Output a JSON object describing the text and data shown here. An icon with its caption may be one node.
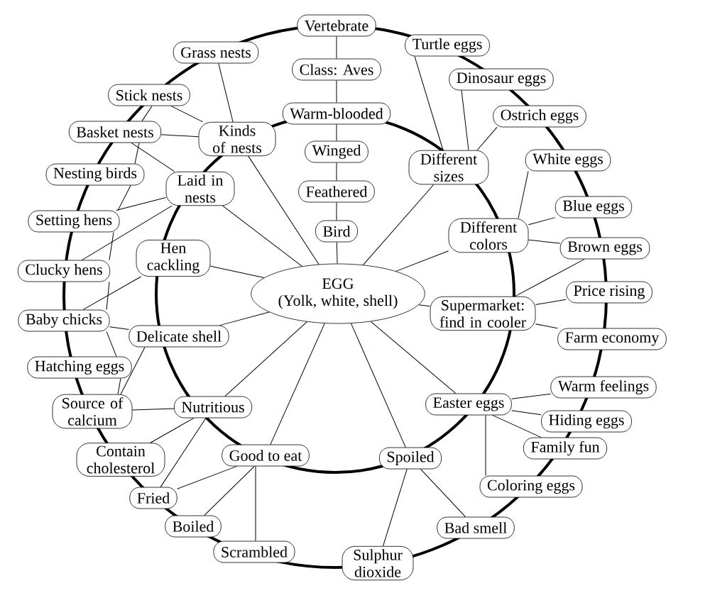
{
  "diagram": {
    "nodes": [
      {
        "text": [
          "Vertebrate"
        ]
      },
      {
        "text": [
          "Turtle eggs"
        ]
      },
      {
        "text": [
          "Grass nests"
        ]
      },
      {
        "text": [
          "Class: Aves"
        ]
      },
      {
        "text": [
          "Dinosaur eggs"
        ]
      },
      {
        "text": [
          "Stick nests"
        ]
      },
      {
        "text": [
          "Warm-blooded"
        ]
      },
      {
        "text": [
          "Ostrich eggs"
        ]
      },
      {
        "text": [
          "Basket nests"
        ]
      },
      {
        "text": [
          "Kinds of nests"
        ]
      },
      {
        "text": [
          "Winged"
        ]
      },
      {
        "text": [
          "White eggs"
        ]
      },
      {
        "text": [
          "Different sizes"
        ]
      },
      {
        "text": [
          "Nesting birds"
        ]
      },
      {
        "text": [
          "Laid in nests"
        ]
      },
      {
        "text": [
          "Feathered"
        ]
      },
      {
        "text": [
          "Blue eggs"
        ]
      },
      {
        "text": [
          "Setting hens"
        ]
      },
      {
        "text": [
          "Bird"
        ]
      },
      {
        "text": [
          "Different colors"
        ]
      },
      {
        "text": [
          "Brown eggs"
        ]
      },
      {
        "text": [
          "Hen cackling"
        ]
      },
      {
        "text": [
          "Clucky hens"
        ]
      },
      {
        "text": [
          "Price rising"
        ]
      },
      {
        "text": [
          "EGG",
          "(Yolk, white, shell)"
        ]
      },
      {
        "text": [
          "Supermarket: find in cooler"
        ]
      },
      {
        "text": [
          "Baby chicks"
        ]
      },
      {
        "text": [
          "Delicate shell"
        ]
      },
      {
        "text": [
          "Farm economy"
        ]
      },
      {
        "text": [
          "Hatching eggs"
        ]
      },
      {
        "text": [
          "Warm feelings"
        ]
      },
      {
        "text": [
          "Easter eggs"
        ]
      },
      {
        "text": [
          "Nutritious"
        ]
      },
      {
        "text": [
          "Source of calcium"
        ]
      },
      {
        "text": [
          "Hiding eggs"
        ]
      },
      {
        "text": [
          "Family fun"
        ]
      },
      {
        "text": [
          "Good to eat"
        ]
      },
      {
        "text": [
          "Spoiled"
        ]
      },
      {
        "text": [
          "Contain cholesterol"
        ]
      },
      {
        "text": [
          "Coloring eggs"
        ]
      },
      {
        "text": [
          "Fried"
        ]
      },
      {
        "text": [
          "Boiled"
        ]
      },
      {
        "text": [
          "Bad smell"
        ]
      },
      {
        "text": [
          "Scrambled"
        ]
      },
      {
        "text": [
          "Sulphur dioxide"
        ]
      }
    ],
    "edges": [
      {
        "from": 0,
        "to": 3,
        "arrow": "none"
      },
      {
        "from": 3,
        "to": 6,
        "arrow": "none"
      },
      {
        "from": 6,
        "to": 10,
        "arrow": "none"
      },
      {
        "from": 10,
        "to": 15,
        "arrow": "none"
      },
      {
        "from": 15,
        "to": 18,
        "arrow": "none"
      },
      {
        "from": 18,
        "to": 24,
        "arrow": "none"
      },
      {
        "from": 1,
        "to": 12,
        "arrow": "none"
      },
      {
        "from": 4,
        "to": 12,
        "arrow": "none"
      },
      {
        "from": 7,
        "to": 12,
        "arrow": "none"
      },
      {
        "from": 12,
        "to": 24,
        "arrow": "none"
      },
      {
        "from": 11,
        "to": 19,
        "arrow": "none"
      },
      {
        "from": 16,
        "to": 19,
        "arrow": "none"
      },
      {
        "from": 19,
        "to": 20,
        "arrow": "none"
      },
      {
        "from": 19,
        "to": 24,
        "arrow": "none"
      },
      {
        "from": 20,
        "to": 25,
        "arrow": "none"
      },
      {
        "from": 25,
        "to": 23,
        "arrow": "none"
      },
      {
        "from": 25,
        "to": 28,
        "arrow": "none"
      },
      {
        "from": 24,
        "to": 25,
        "arrow": "none"
      },
      {
        "from": 31,
        "to": 30,
        "arrow": "none"
      },
      {
        "from": 31,
        "to": 34,
        "arrow": "none"
      },
      {
        "from": 31,
        "to": 35,
        "arrow": "none"
      },
      {
        "from": 31,
        "to": 39,
        "arrow": "none"
      },
      {
        "from": 24,
        "to": 31,
        "arrow": "none"
      },
      {
        "from": 24,
        "to": 37,
        "arrow": "none"
      },
      {
        "from": 37,
        "to": 42,
        "arrow": "none"
      },
      {
        "from": 37,
        "to": 44,
        "arrow": "none"
      },
      {
        "from": 24,
        "to": 36,
        "arrow": "none"
      },
      {
        "from": 36,
        "to": 40,
        "arrow": "none"
      },
      {
        "from": 36,
        "to": 41,
        "arrow": "none"
      },
      {
        "from": 36,
        "to": 43,
        "arrow": "none"
      },
      {
        "from": 24,
        "to": 32,
        "arrow": "none"
      },
      {
        "from": 32,
        "to": 33,
        "arrow": "none"
      },
      {
        "from": 32,
        "to": 38,
        "arrow": "none"
      },
      {
        "from": 32,
        "to": 40,
        "arrow": "none"
      },
      {
        "from": 24,
        "to": 27,
        "arrow": "none"
      },
      {
        "from": 27,
        "to": 26,
        "arrow": "none"
      },
      {
        "from": 27,
        "to": 33,
        "arrow": "none"
      },
      {
        "from": 24,
        "to": 21,
        "arrow": "none"
      },
      {
        "from": 21,
        "to": 26,
        "arrow": "none"
      },
      {
        "from": 24,
        "to": 14,
        "arrow": "none"
      },
      {
        "from": 14,
        "to": 8,
        "arrow": "none"
      },
      {
        "from": 14,
        "to": 17,
        "arrow": "none"
      },
      {
        "from": 14,
        "to": 22,
        "arrow": "none"
      },
      {
        "from": 24,
        "to": 9,
        "arrow": "none"
      },
      {
        "from": 9,
        "to": 2,
        "arrow": "none"
      },
      {
        "from": 9,
        "to": 5,
        "arrow": "none"
      },
      {
        "from": 9,
        "to": 8,
        "arrow": "none"
      },
      {
        "from": 5,
        "to": 8,
        "arrow": "none"
      },
      {
        "from": 8,
        "to": 13,
        "arrow": "none"
      },
      {
        "from": 13,
        "to": 17,
        "arrow": "none"
      },
      {
        "from": 17,
        "to": 22,
        "arrow": "none"
      },
      {
        "from": 22,
        "to": 26,
        "arrow": "none"
      },
      {
        "from": 26,
        "to": 29,
        "arrow": "none"
      },
      {
        "from": 29,
        "to": 33,
        "arrow": "none"
      }
    ]
  }
}
